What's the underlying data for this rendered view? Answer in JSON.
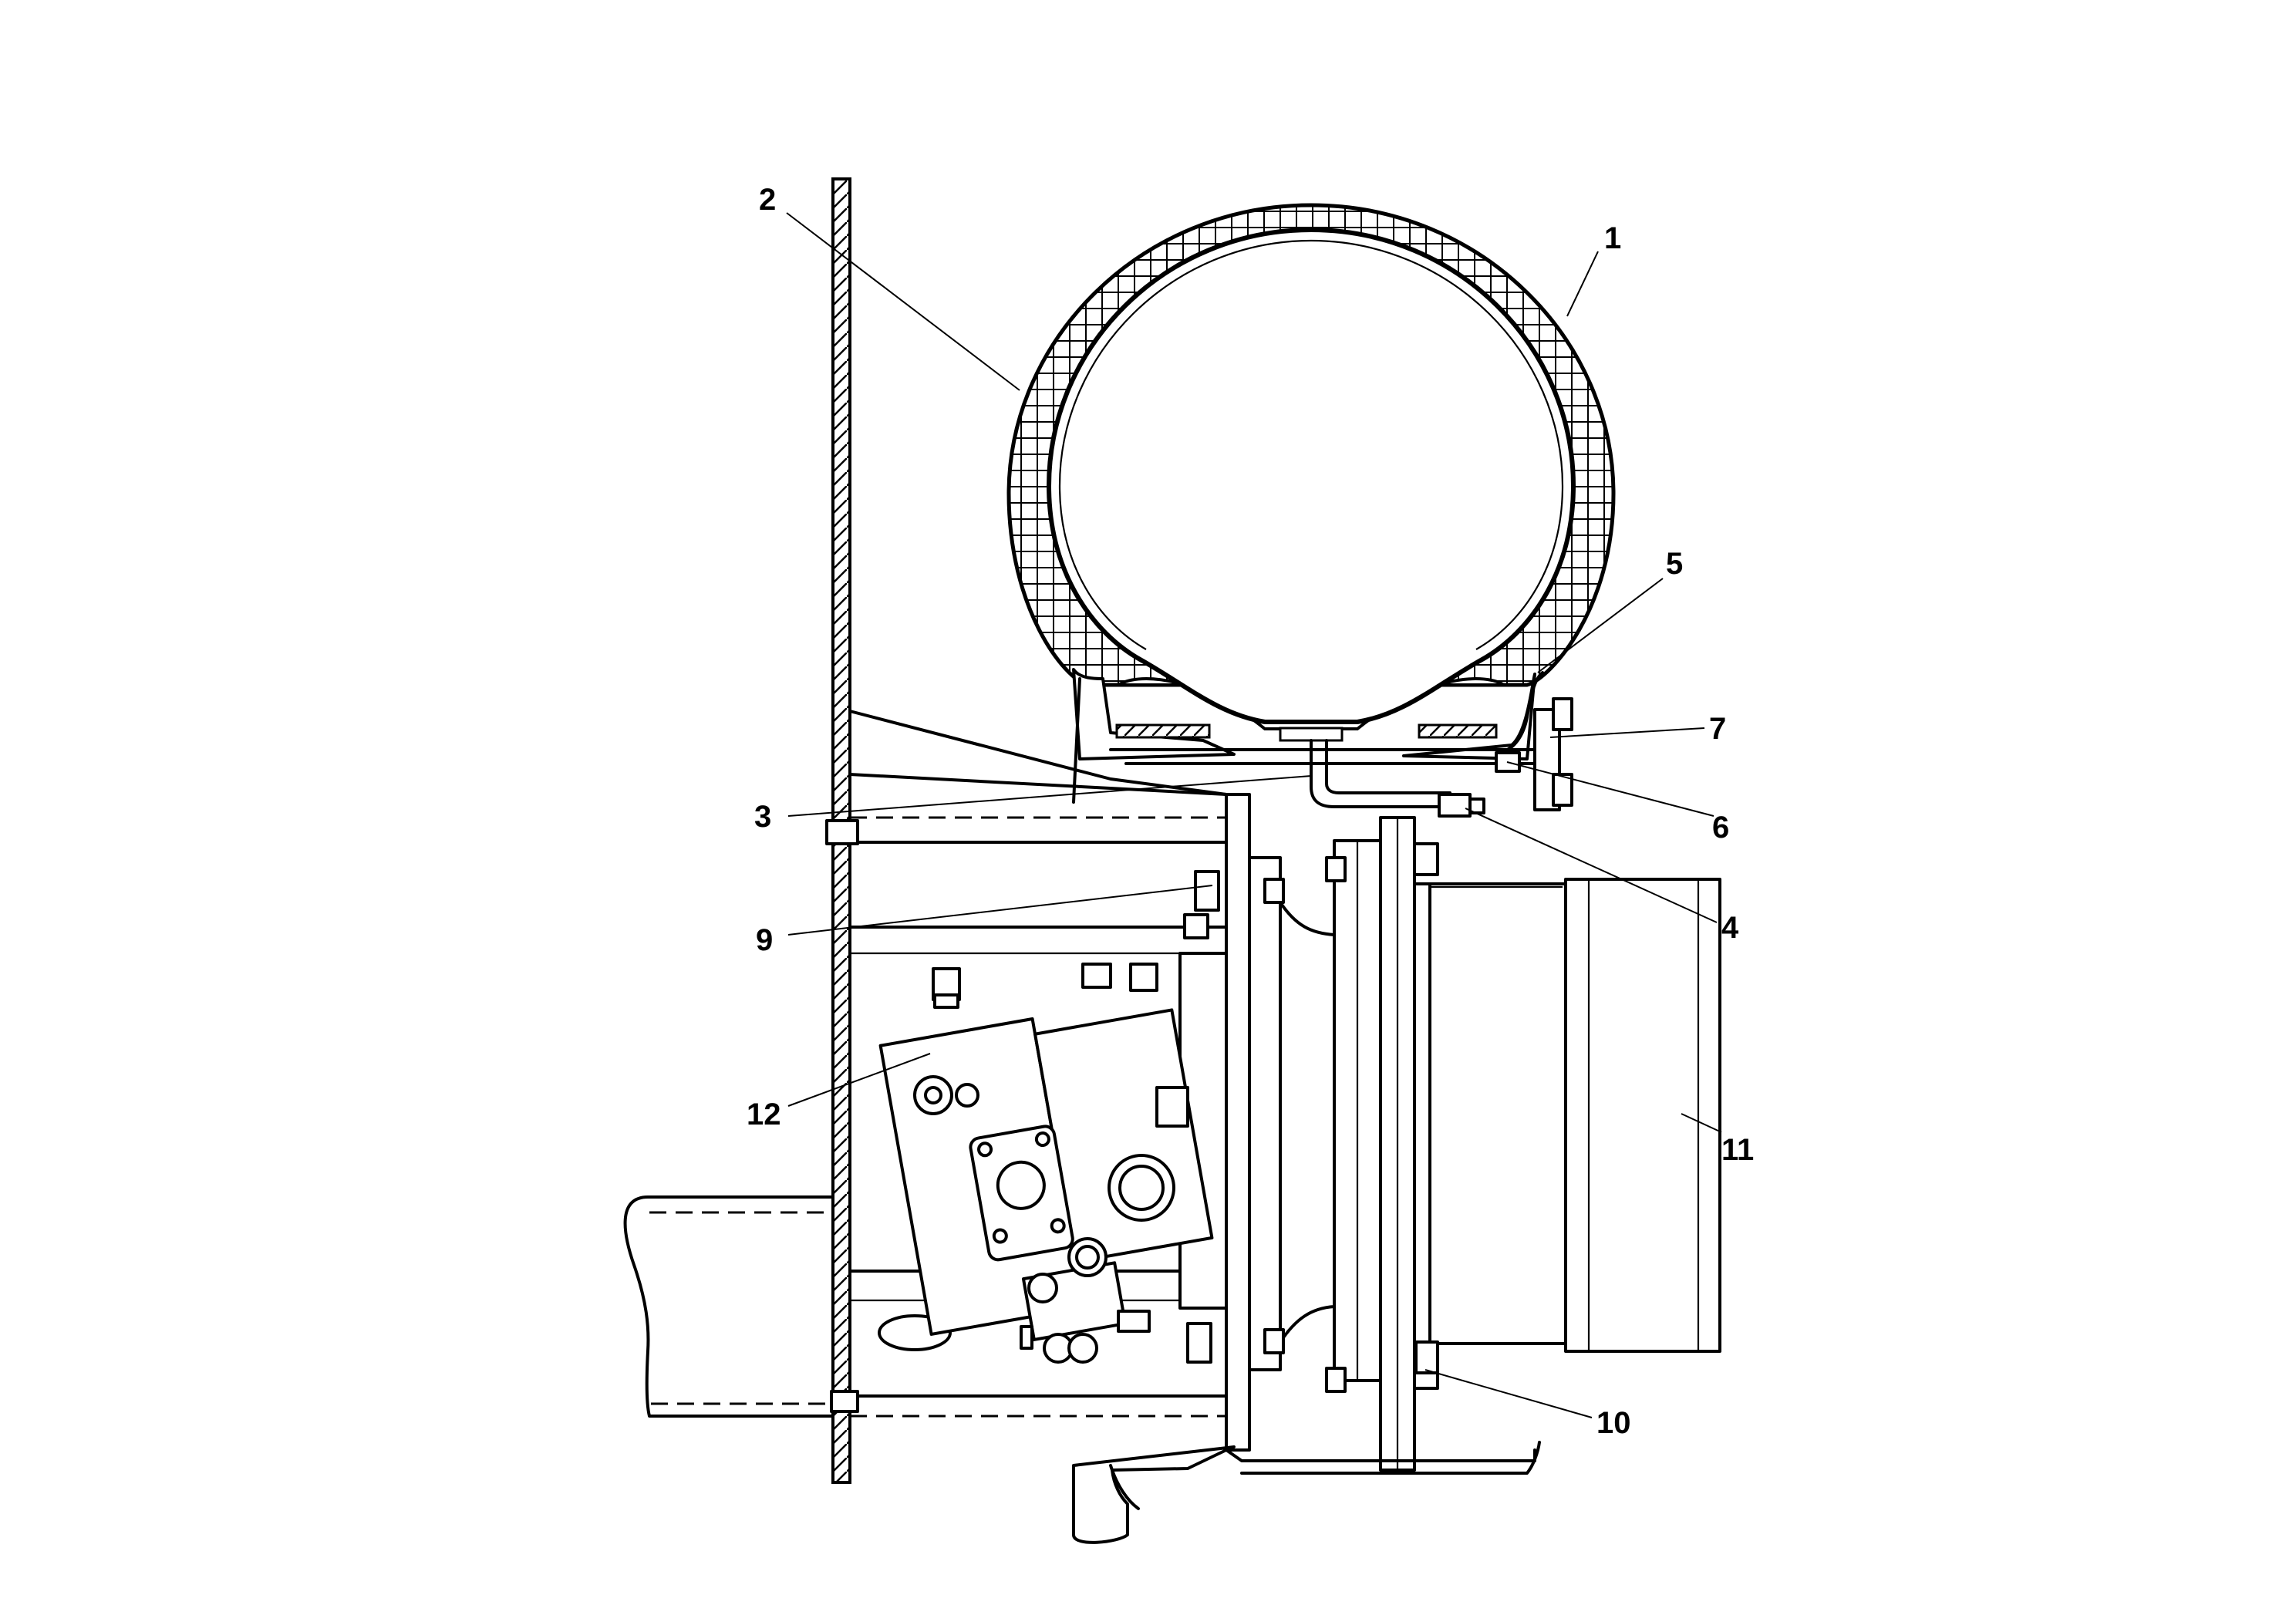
{
  "callouts": [
    {
      "id": "1",
      "label": "1"
    },
    {
      "id": "2",
      "label": "2"
    },
    {
      "id": "3",
      "label": "3"
    },
    {
      "id": "4",
      "label": "4"
    },
    {
      "id": "5",
      "label": "5"
    },
    {
      "id": "6",
      "label": "6"
    },
    {
      "id": "7",
      "label": "7"
    },
    {
      "id": "9",
      "label": "9"
    },
    {
      "id": "10",
      "label": "10"
    },
    {
      "id": "11",
      "label": "11"
    },
    {
      "id": "12",
      "label": "12"
    }
  ]
}
